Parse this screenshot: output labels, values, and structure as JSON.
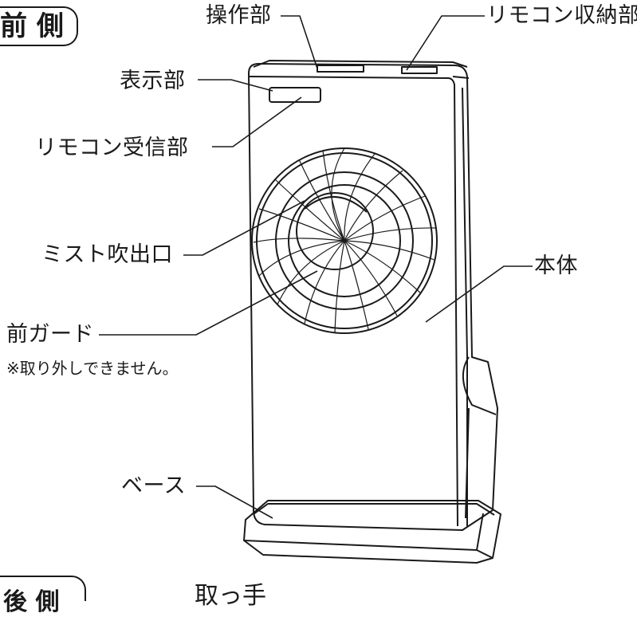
{
  "view_tab": {
    "label": "前 側"
  },
  "labels": {
    "control_panel": "操作部",
    "remote_storage": "リモコン収納部",
    "display": "表示部",
    "remote_receiver": "リモコン受信部",
    "mist_outlet": "ミスト吹出口",
    "front_guard": "前ガード",
    "front_guard_note": "※取り外しできません。",
    "main_body": "本体",
    "base": "ベース"
  },
  "bottom_partial": {
    "tab_label": "後 側",
    "handle_label": "取っ手"
  },
  "colors": {
    "line": "#1a1a1a",
    "background": "#ffffff"
  }
}
